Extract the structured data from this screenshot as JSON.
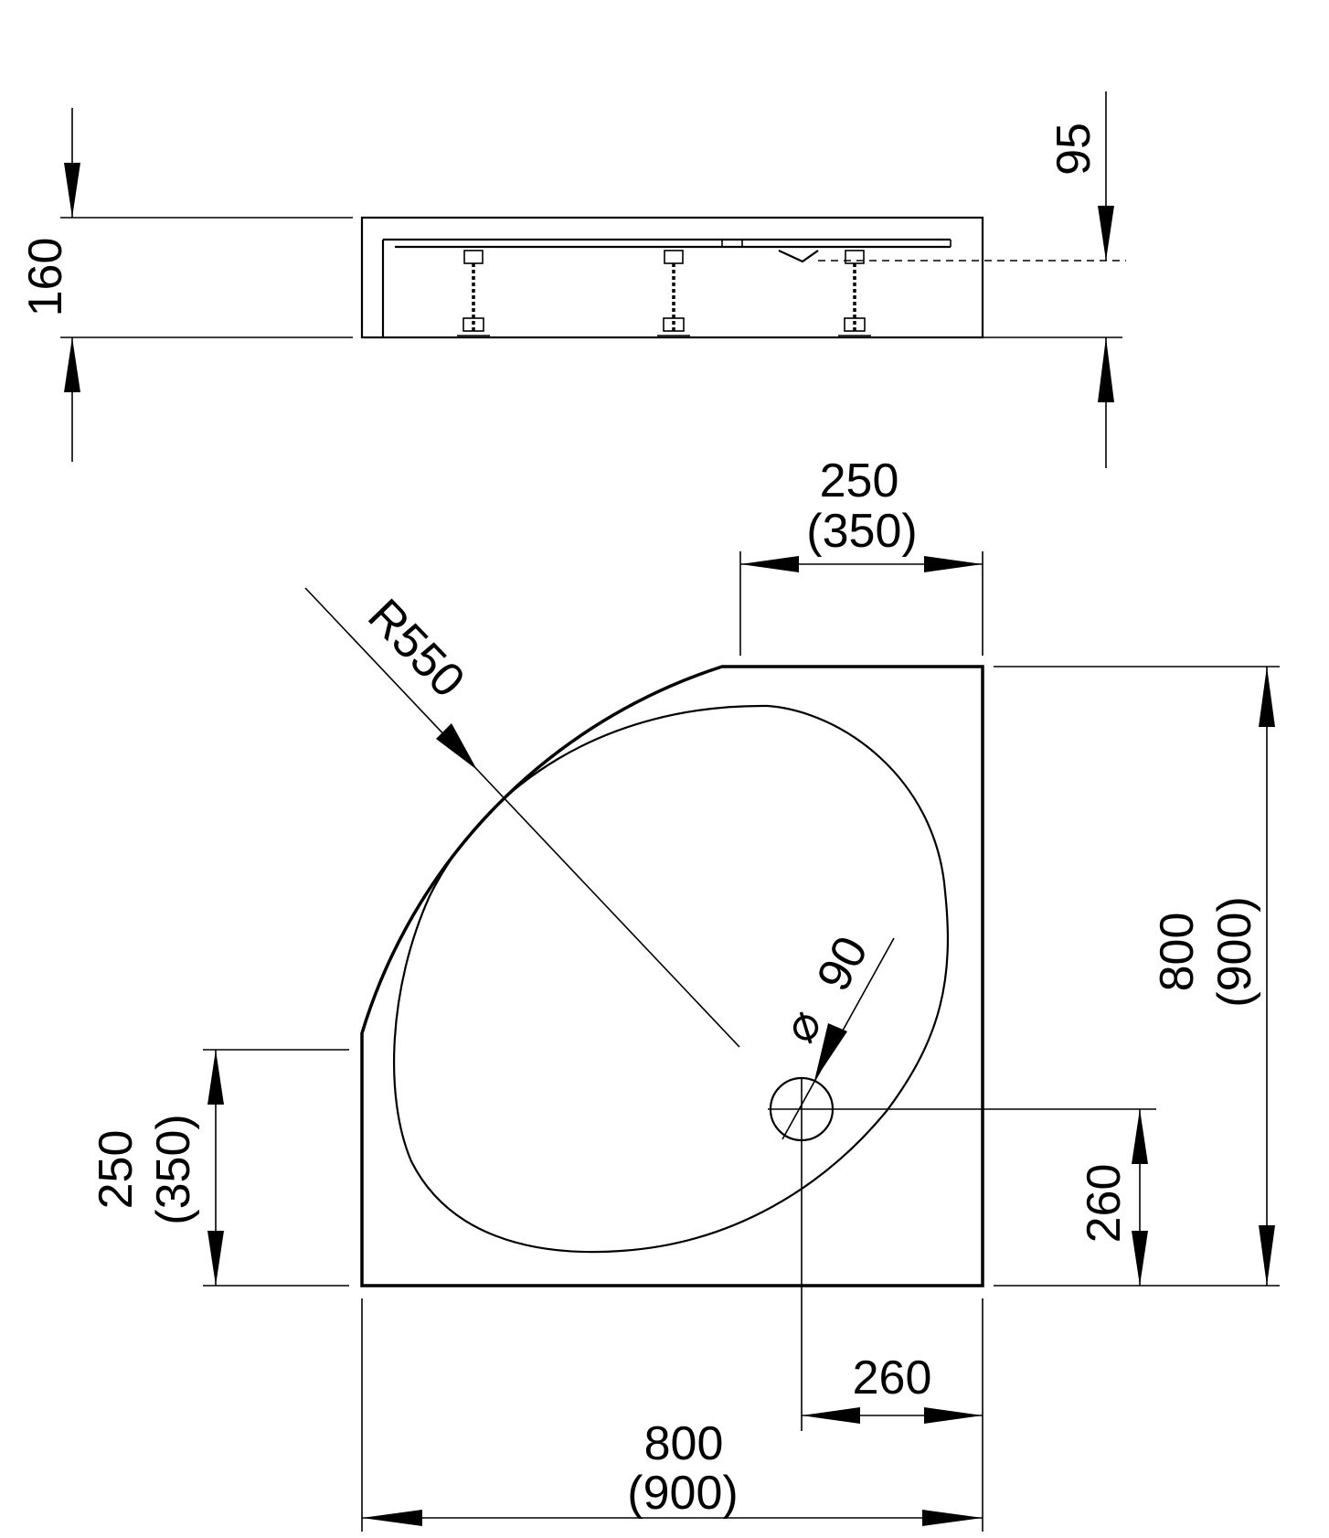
{
  "side_view": {
    "height": "160",
    "drain_depth": "95"
  },
  "plan_view": {
    "radius": "R550",
    "drain_diameter": "90",
    "top_width": {
      "primary": "250",
      "alt": "(350)"
    },
    "left_height": {
      "primary": "250",
      "alt": "(350)"
    },
    "right_height": {
      "primary": "800",
      "alt": "(900)"
    },
    "bottom_width": {
      "primary": "800",
      "alt": "(900)"
    },
    "drain_offset_y": "260",
    "drain_offset_x": "260"
  },
  "symbols": {
    "diameter": "⌀"
  },
  "colors": {
    "line": "#000000",
    "background": "#ffffff"
  }
}
